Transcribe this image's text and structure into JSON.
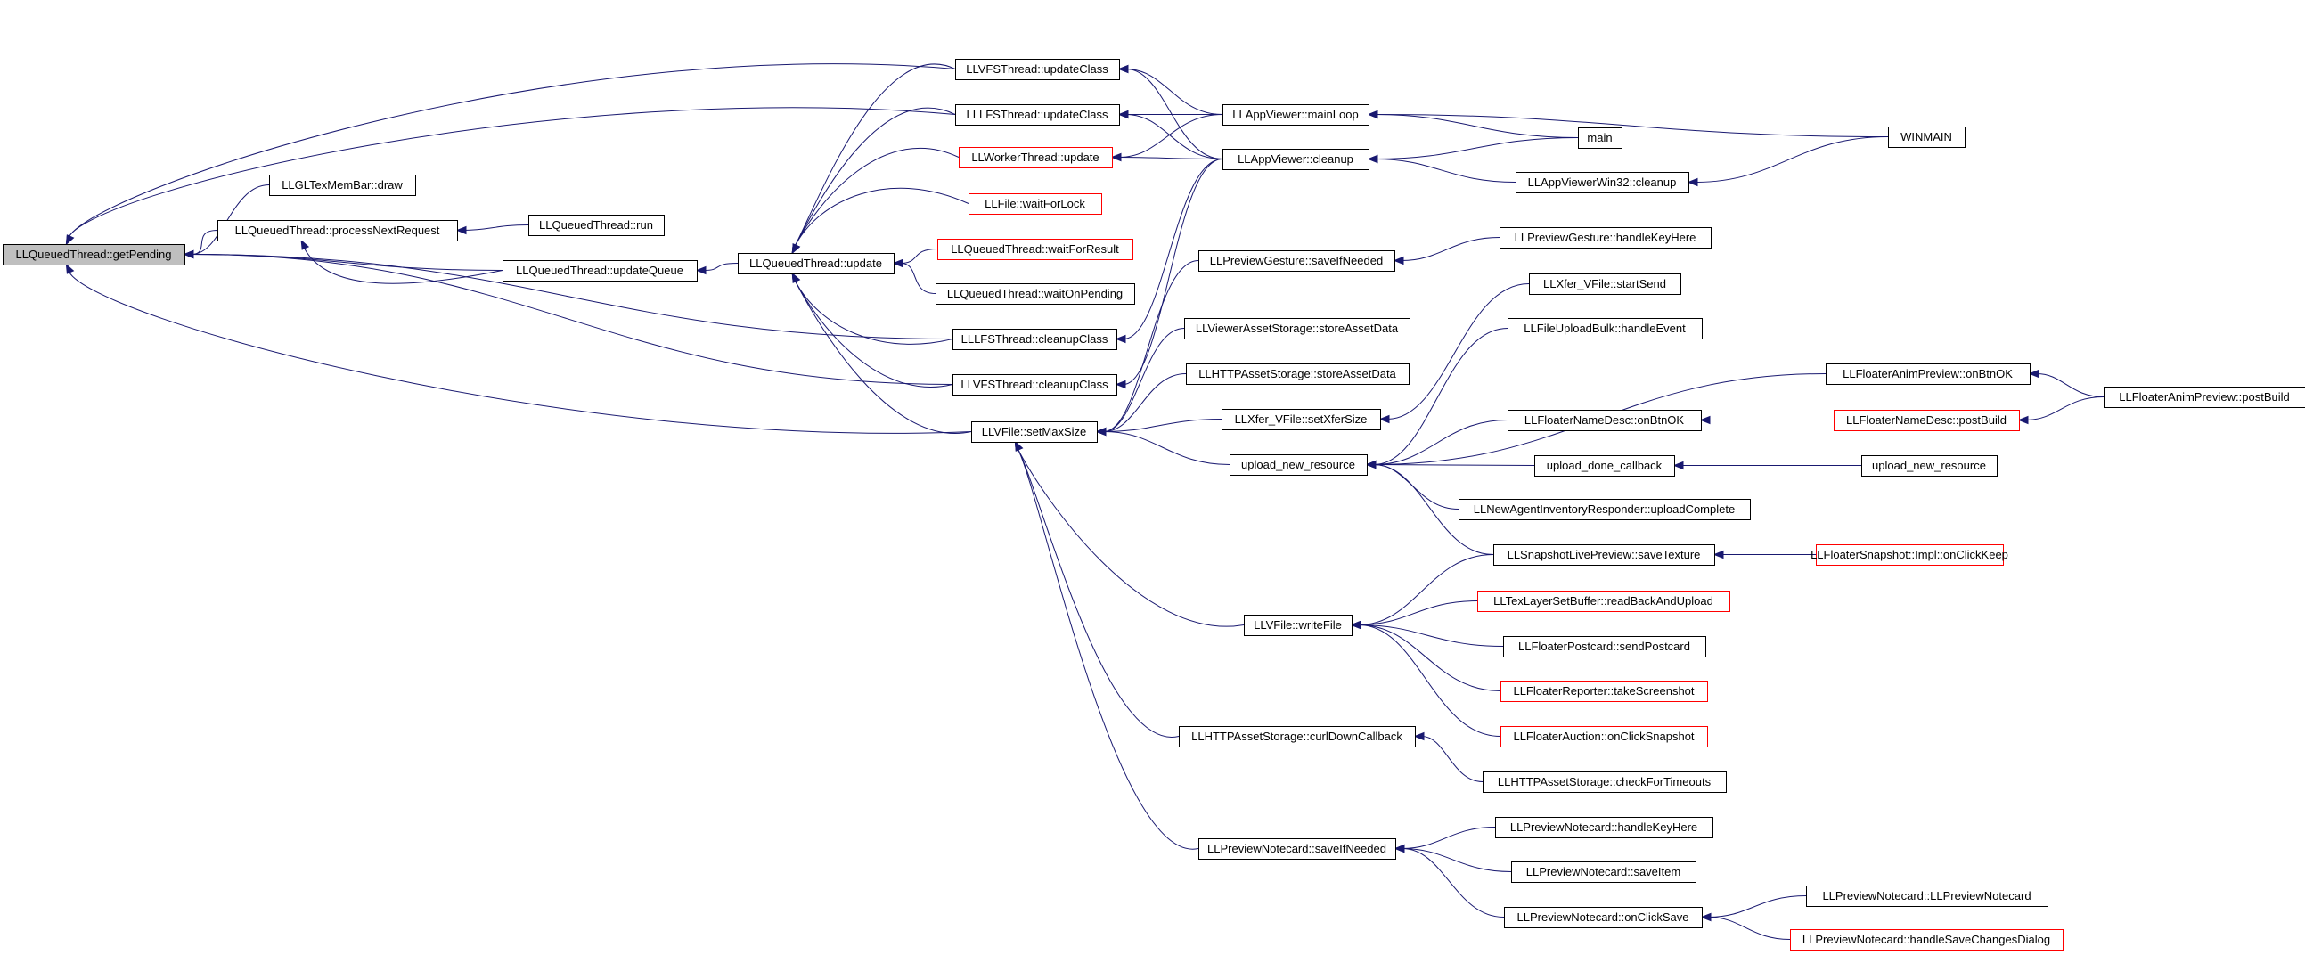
{
  "nodes": [
    {
      "id": "getPending",
      "label": "LLQueuedThread::getPending",
      "style": "root"
    },
    {
      "id": "vfsUpdateClass",
      "label": "LLVFSThread::updateClass",
      "style": "normal"
    },
    {
      "id": "lfsUpdateClass",
      "label": "LLLFSThread::updateClass",
      "style": "normal"
    },
    {
      "id": "workerUpdate",
      "label": "LLWorkerThread::update",
      "style": "red"
    },
    {
      "id": "waitForLock",
      "label": "LLFile::waitForLock",
      "style": "red"
    },
    {
      "id": "waitForResult",
      "label": "LLQueuedThread::waitForResult",
      "style": "red"
    },
    {
      "id": "waitOnPending",
      "label": "LLQueuedThread::waitOnPending",
      "style": "normal"
    },
    {
      "id": "lfsCleanupClass",
      "label": "LLLFSThread::cleanupClass",
      "style": "normal"
    },
    {
      "id": "vfsCleanupClass",
      "label": "LLVFSThread::cleanupClass",
      "style": "normal"
    },
    {
      "id": "texMemBarDraw",
      "label": "LLGLTexMemBar::draw",
      "style": "normal"
    },
    {
      "id": "processNextRequest",
      "label": "LLQueuedThread::processNextRequest",
      "style": "normal"
    },
    {
      "id": "qtRun",
      "label": "LLQueuedThread::run",
      "style": "normal"
    },
    {
      "id": "updateQueue",
      "label": "LLQueuedThread::updateQueue",
      "style": "normal"
    },
    {
      "id": "qtUpdate",
      "label": "LLQueuedThread::update",
      "style": "normal"
    },
    {
      "id": "setMaxSize",
      "label": "LLVFile::setMaxSize",
      "style": "normal"
    },
    {
      "id": "mainLoop",
      "label": "LLAppViewer::mainLoop",
      "style": "normal"
    },
    {
      "id": "appCleanup",
      "label": "LLAppViewer::cleanup",
      "style": "normal"
    },
    {
      "id": "main",
      "label": "main",
      "style": "normal"
    },
    {
      "id": "winmain",
      "label": "WINMAIN",
      "style": "normal"
    },
    {
      "id": "win32Cleanup",
      "label": "LLAppViewerWin32::cleanup",
      "style": "normal"
    },
    {
      "id": "gestureSaveIfNeeded",
      "label": "LLPreviewGesture::saveIfNeeded",
      "style": "normal"
    },
    {
      "id": "gestureHandleKeyHere",
      "label": "LLPreviewGesture::handleKeyHere",
      "style": "normal"
    },
    {
      "id": "viewerStoreAssetData",
      "label": "LLViewerAssetStorage::storeAssetData",
      "style": "normal"
    },
    {
      "id": "httpStoreAssetData",
      "label": "LLHTTPAssetStorage::storeAssetData",
      "style": "normal"
    },
    {
      "id": "setXferSize",
      "label": "LLXfer_VFile::setXferSize",
      "style": "normal"
    },
    {
      "id": "xferStartSend",
      "label": "LLXfer_VFile::startSend",
      "style": "normal"
    },
    {
      "id": "uploadBulkHandleEvent",
      "label": "LLFileUploadBulk::handleEvent",
      "style": "normal"
    },
    {
      "id": "uploadNewResource",
      "label": "upload_new_resource",
      "style": "normal"
    },
    {
      "id": "animPreviewOnBtnOK",
      "label": "LLFloaterAnimPreview::onBtnOK",
      "style": "normal"
    },
    {
      "id": "animPreviewPostBuild",
      "label": "LLFloaterAnimPreview::postBuild",
      "style": "normal"
    },
    {
      "id": "nameDescOnBtnOK",
      "label": "LLFloaterNameDesc::onBtnOK",
      "style": "normal"
    },
    {
      "id": "nameDescPostBuild",
      "label": "LLFloaterNameDesc::postBuild",
      "style": "red"
    },
    {
      "id": "uploadDoneCallback",
      "label": "upload_done_callback",
      "style": "normal"
    },
    {
      "id": "uploadNewResource2",
      "label": "upload_new_resource",
      "style": "normal"
    },
    {
      "id": "agentInvUploadComplete",
      "label": "LLNewAgentInventoryResponder::uploadComplete",
      "style": "normal"
    },
    {
      "id": "snapshotSaveTexture",
      "label": "LLSnapshotLivePreview::saveTexture",
      "style": "normal"
    },
    {
      "id": "snapshotOnClickKeep",
      "label": "LLFloaterSnapshot::Impl::onClickKeep",
      "style": "red"
    },
    {
      "id": "vfileWriteFile",
      "label": "LLVFile::writeFile",
      "style": "normal"
    },
    {
      "id": "texLayerReadBack",
      "label": "LLTexLayerSetBuffer::readBackAndUpload",
      "style": "red"
    },
    {
      "id": "postcardSend",
      "label": "LLFloaterPostcard::sendPostcard",
      "style": "normal"
    },
    {
      "id": "reporterScreenshot",
      "label": "LLFloaterReporter::takeScreenshot",
      "style": "red"
    },
    {
      "id": "auctionOnClickSnapshot",
      "label": "LLFloaterAuction::onClickSnapshot",
      "style": "red"
    },
    {
      "id": "httpCurlDownCallback",
      "label": "LLHTTPAssetStorage::curlDownCallback",
      "style": "normal"
    },
    {
      "id": "httpCheckForTimeouts",
      "label": "LLHTTPAssetStorage::checkForTimeouts",
      "style": "normal"
    },
    {
      "id": "notecardSaveIfNeeded",
      "label": "LLPreviewNotecard::saveIfNeeded",
      "style": "normal"
    },
    {
      "id": "notecardHandleKeyHere",
      "label": "LLPreviewNotecard::handleKeyHere",
      "style": "normal"
    },
    {
      "id": "notecardSaveItem",
      "label": "LLPreviewNotecard::saveItem",
      "style": "normal"
    },
    {
      "id": "notecardOnClickSave",
      "label": "LLPreviewNotecard::onClickSave",
      "style": "normal"
    },
    {
      "id": "notecardCtor",
      "label": "LLPreviewNotecard::LLPreviewNotecard",
      "style": "normal"
    },
    {
      "id": "notecardHandleSaveChanges",
      "label": "LLPreviewNotecard::handleSaveChangesDialog",
      "style": "red"
    }
  ],
  "colors": {
    "edge": "#191970",
    "root_fill": "#bfbfbf",
    "red_border": "#ff0000"
  }
}
